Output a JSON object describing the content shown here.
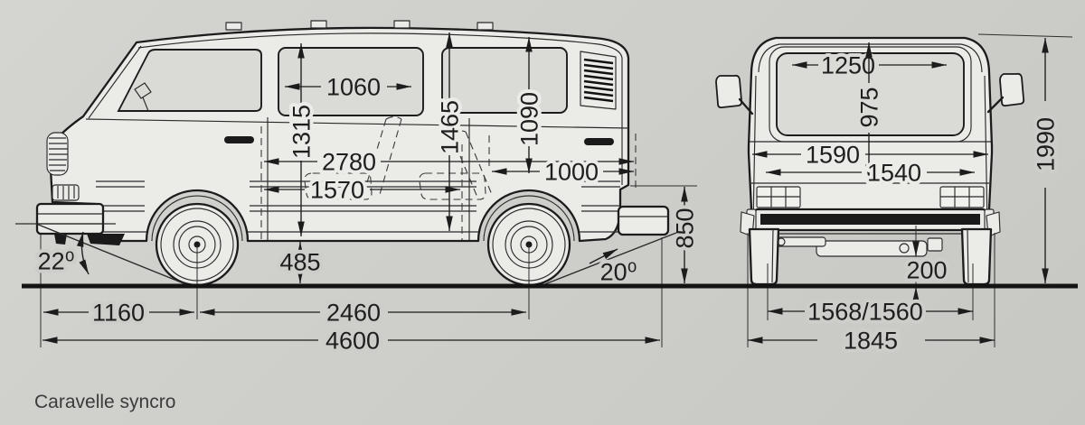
{
  "caption": "Caravelle syncro",
  "colors": {
    "paper": "#cdcdc9",
    "body_fill": "#ebebe8",
    "glass_fill": "#dadad6",
    "line": "#1c1c1c",
    "ground": "#141414"
  },
  "side_view": {
    "dimensions": {
      "side_window_width": "1060",
      "interior_height_front": "1315",
      "interior_height_middle": "1465",
      "interior_height_rear": "1090",
      "interior_length": "2780",
      "door_area_length": "1570",
      "rear_seat_to_tail": "1000",
      "sill_height": "485",
      "rear_bumper_height": "850",
      "approach_angle": "22⁰",
      "departure_angle": "20⁰",
      "front_overhang": "1160",
      "wheelbase": "2460",
      "overall_length": "4600"
    }
  },
  "rear_view": {
    "dimensions": {
      "rear_window_width": "1250",
      "rear_hatch_height": "975",
      "body_width_upper": "1590",
      "body_width_lower": "1540",
      "overall_height": "1990",
      "ground_clearance": "200",
      "track_width": "1568/1560",
      "overall_width": "1845"
    }
  }
}
